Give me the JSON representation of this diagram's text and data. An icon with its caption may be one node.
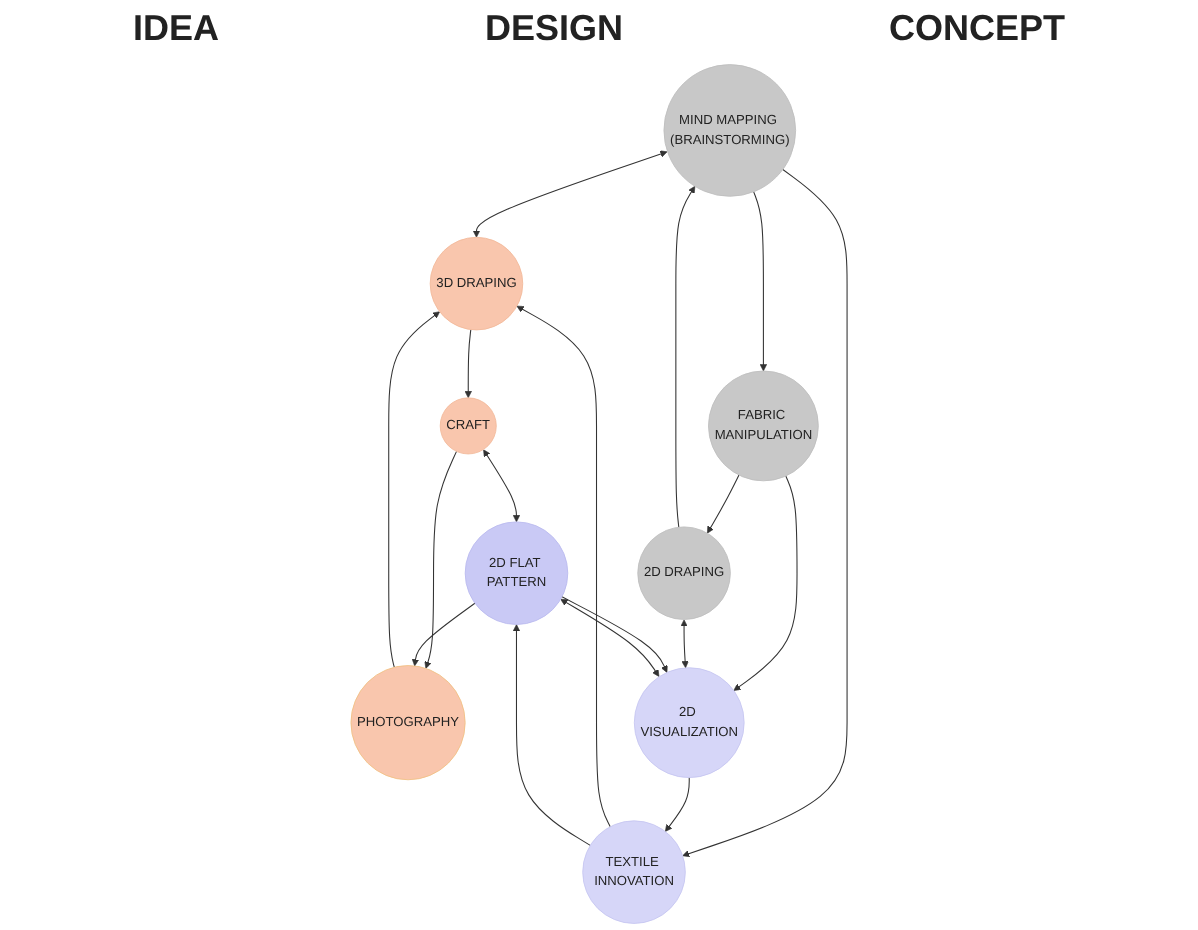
{
  "diagram": {
    "nodes": [
      {
        "text": [
          "MIND MAPPING (BRAINSTORMING)"
        ]
      },
      {
        "text": [
          "3D DRAPING"
        ]
      },
      {
        "text": [
          "2D DRAPING"
        ]
      },
      {
        "text": [
          "FABRIC MANIPULATION"
        ]
      },
      {
        "text": [
          "TEXTILE INNOVATION"
        ]
      },
      {
        "text": [
          "PHOTOGRAPHY"
        ]
      },
      {
        "text": [
          "CRAFT"
        ]
      },
      {
        "text": [
          "2D VISUALIZATION"
        ]
      },
      {
        "text": [
          "2D FLAT PATTERN"
        ]
      }
    ],
    "edges": [
      {
        "from": 0,
        "to": 1,
        "arrow": "both"
      },
      {
        "from": 0,
        "to": 3,
        "arrow": "to"
      },
      {
        "from": 3,
        "to": 2,
        "arrow": "to"
      },
      {
        "from": 2,
        "to": 0,
        "arrow": "to"
      },
      {
        "from": 0,
        "to": 4,
        "arrow": "to"
      },
      {
        "from": 4,
        "to": 1,
        "arrow": "to"
      },
      {
        "from": 1,
        "to": 6,
        "arrow": "to"
      },
      {
        "from": 6,
        "to": 5,
        "arrow": "to"
      },
      {
        "from": 5,
        "to": 1,
        "arrow": "to"
      },
      {
        "from": 3,
        "to": 7,
        "arrow": "to"
      },
      {
        "from": 7,
        "to": 4,
        "arrow": "to"
      },
      {
        "from": 4,
        "to": 8,
        "arrow": "to"
      },
      {
        "from": 8,
        "to": 5,
        "arrow": "to"
      },
      {
        "from": 2,
        "to": 7,
        "arrow": "both"
      },
      {
        "from": 6,
        "to": 8,
        "arrow": "both"
      },
      {
        "from": 8,
        "to": 7,
        "arrow": "to"
      },
      {
        "from": 7,
        "to": 8,
        "arrow": "both"
      }
    ],
    "labels": [
      "IDEA",
      "DESIGN",
      "CONCEPT"
    ]
  }
}
